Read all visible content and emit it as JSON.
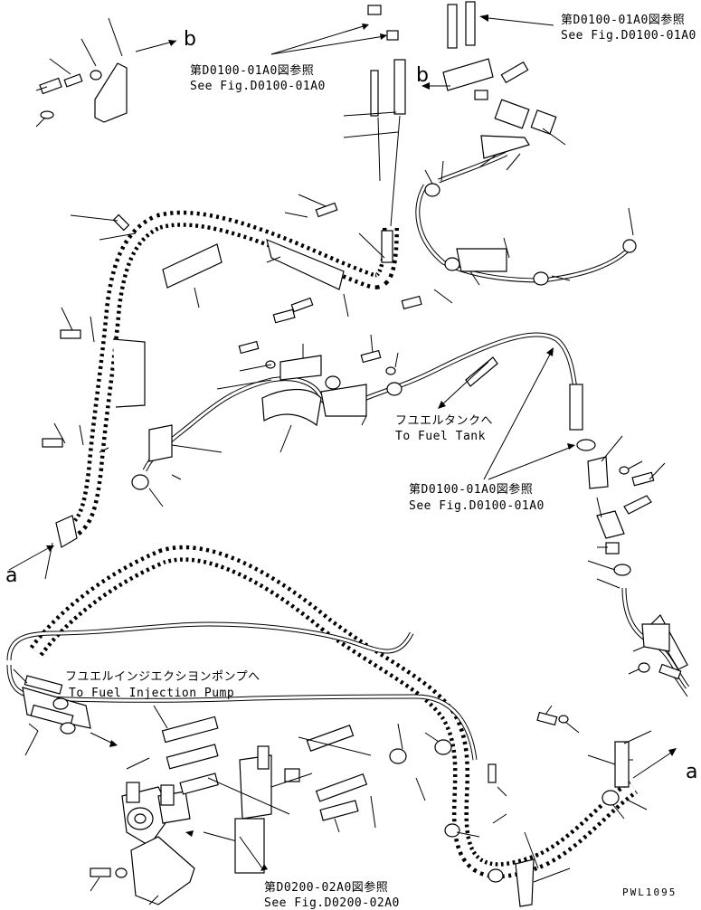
{
  "refs": {
    "top_center_jp": "第D0100-01A0図参照",
    "top_center_en": "See Fig.D0100-01A0",
    "top_right_jp": "第D0100-01A0図参照",
    "top_right_en": "See Fig.D0100-01A0",
    "mid_jp": "第D0100-01A0図参照",
    "mid_en": "See Fig.D0100-01A0",
    "bottom_jp": "第D0200-02A0図参照",
    "bottom_en": "See Fig.D0200-02A0"
  },
  "destinations": {
    "fuel_tank_jp": "フユエルタンクへ",
    "fuel_tank_en": "To Fuel Tank",
    "injection_pump_jp": "フユエルインジエクシヨンポンプへ",
    "injection_pump_en": "To Fuel Injection Pump"
  },
  "connectors": {
    "a_left": "a",
    "a_right": "a",
    "b_top": "b",
    "b_mid": "b"
  },
  "drawing_code": "PWL1095"
}
